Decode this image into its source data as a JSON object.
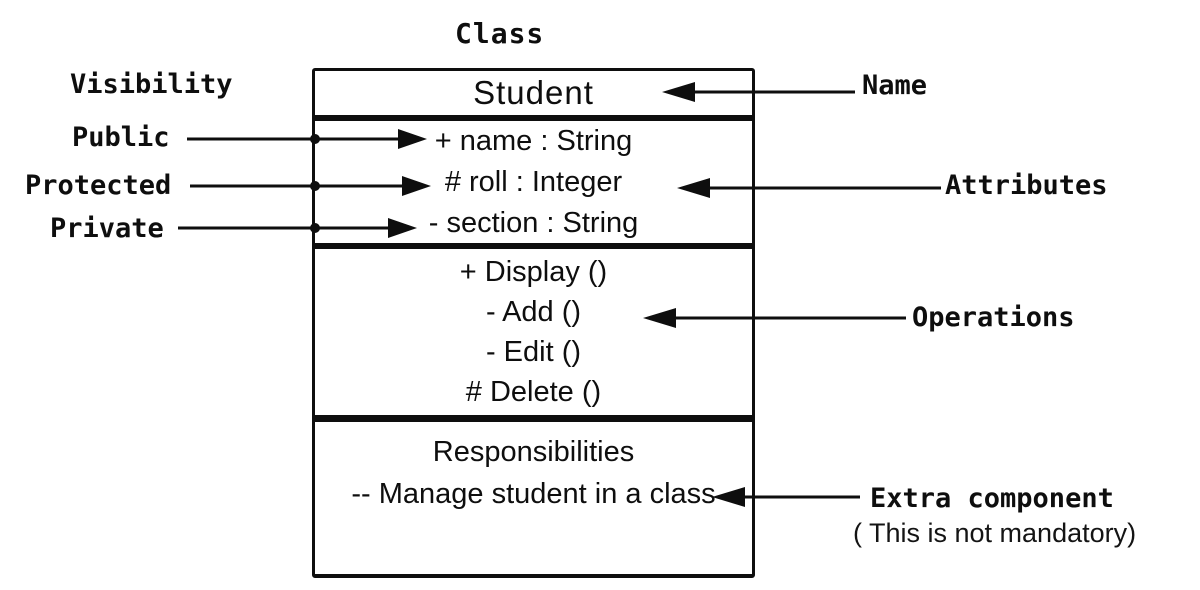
{
  "diagram": {
    "title": "Class",
    "class_box": {
      "name": "Student",
      "attributes": [
        "+ name : String",
        "# roll : Integer",
        "- section : String"
      ],
      "operations": [
        "+ Display ()",
        "- Add ()",
        "- Edit ()",
        "# Delete ()"
      ],
      "responsibilities_header": "Responsibilities",
      "responsibilities_item": "-- Manage student in a class"
    },
    "labels": {
      "visibility": "Visibility",
      "public": "Public",
      "protected": "Protected",
      "private": "Private",
      "name": "Name",
      "attributes": "Attributes",
      "operations": "Operations",
      "extra_component": "Extra component",
      "extra_note": "( This is not mandatory)"
    },
    "colors": {
      "ink": "#0e0e0e",
      "background": "#ffffff"
    }
  }
}
